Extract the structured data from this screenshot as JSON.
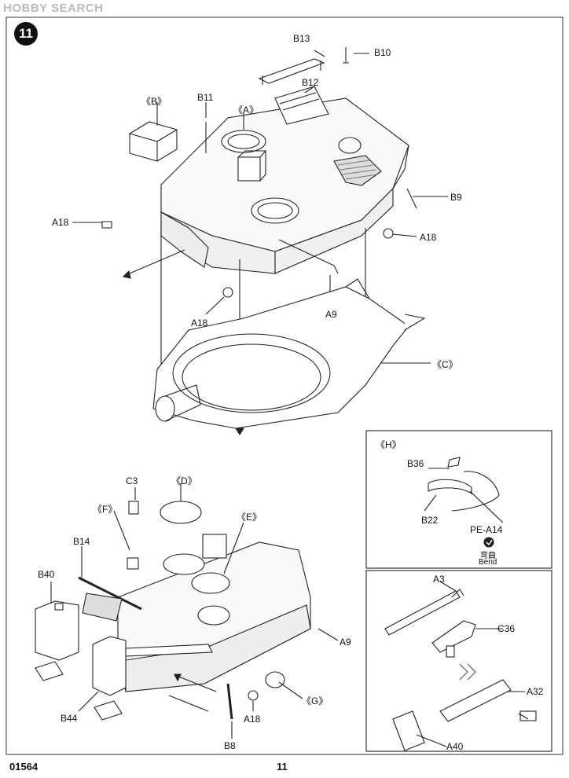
{
  "watermark": "HOBBY SEARCH",
  "step_number": "11",
  "footer": {
    "code": "01564",
    "page_number": "11"
  },
  "labels": {
    "B13": "B13",
    "B10": "B10",
    "B12": "B12",
    "B11": "B11",
    "B": "《B》",
    "A": "《A》",
    "B9": "B9",
    "A18_left": "A18",
    "A18_right": "A18",
    "A18_center": "A18",
    "A9_top": "A9",
    "C": "《C》",
    "H": "《H》",
    "B36": "B36",
    "B22": "B22",
    "PE_A14": "PE-A14",
    "bend_cn": "弯曲",
    "bend_en": "Bend",
    "C3": "C3",
    "D": "《D》",
    "F": "《F》",
    "E": "《E》",
    "B14": "B14",
    "B40": "B40",
    "B44": "B44",
    "A9_bottom": "A9",
    "G": "《G》",
    "A18_bottom": "A18",
    "B8": "B8",
    "A3": "A3",
    "C36": "C36",
    "A32": "A32",
    "A40": "A40"
  }
}
